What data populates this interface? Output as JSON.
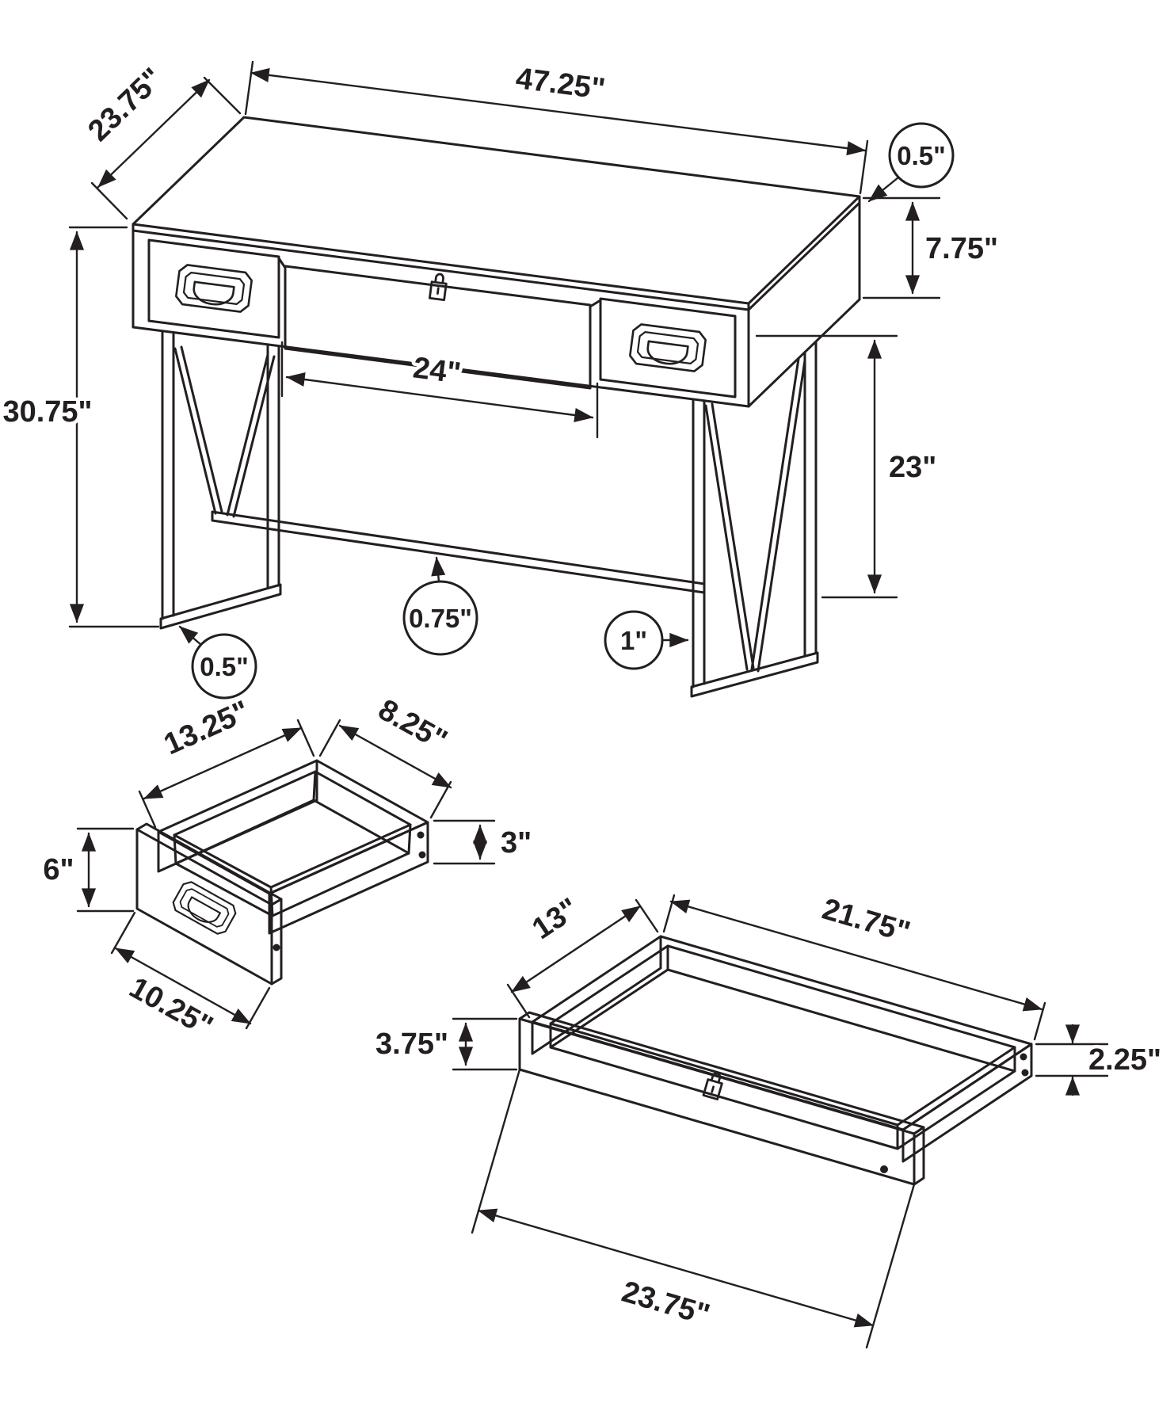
{
  "colors": {
    "line": "#231f20",
    "background": "#ffffff"
  },
  "desk_view": {
    "width": "47.25\"",
    "depth": "23.75\"",
    "top_thickness": "0.5\"",
    "apron_height": "7.75\"",
    "height": "30.75\"",
    "knee_width": "24\"",
    "clearance_height": "23\"",
    "stretcher": "0.75\"",
    "leg_small": "0.5\"",
    "leg_large": "1\""
  },
  "small_drawer_view": {
    "depth": "13.25\"",
    "back_width": "8.25\"",
    "front_height": "6\"",
    "side_height": "3\"",
    "front_width": "10.25\""
  },
  "large_drawer_view": {
    "depth": "13\"",
    "back_width": "21.75\"",
    "front_height": "3.75\"",
    "side_height": "2.25\"",
    "front_width": "23.75\""
  }
}
